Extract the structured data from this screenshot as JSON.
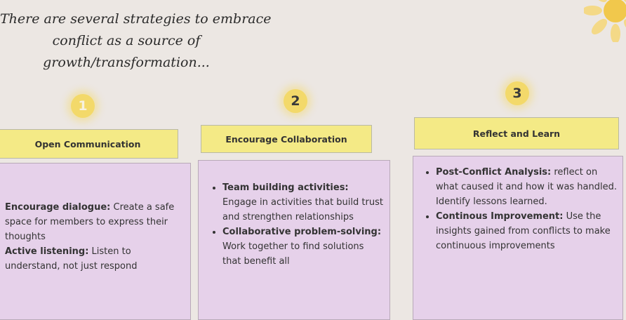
{
  "title_lines": [
    "There are several strategies to embrace",
    "conflict as a source of",
    "growth/transformation..."
  ],
  "numbers": [
    "1",
    "2",
    "3"
  ],
  "headers": [
    "Open Communication",
    "Encourage Collaboration",
    "Reflect and Learn"
  ],
  "col1": {
    "item1_label": "Encourage dialogue:",
    "item1_text": " Create a safe space for members to express their thoughts",
    "item2_label": "Active listening:",
    "item2_text": " Listen to understand, not just respond"
  },
  "col2": {
    "item1_label": "Team building activities:",
    "item1_text": "Engage in activities that build trust and strengthen relationships",
    "item2_label": "Collaborative problem-solving:",
    "item2_text": " Work together to find solutions that benefit all"
  },
  "col3": {
    "item1_label": "Post-Conflict Analysis:",
    "item1_text": " reflect on what caused it and how it was handled. Identify lessons learned.",
    "item2_label": "Continous Improvement:",
    "item2_text": " Use the insights gained from conflicts to make continuous improvements"
  },
  "colors": {
    "background": "#ece7e3",
    "header_yellow": "#f4ea86",
    "card_lilac": "#e6d1ea",
    "number_circle": "#f3d96a"
  },
  "icons": [
    "sun-flower-icon"
  ]
}
